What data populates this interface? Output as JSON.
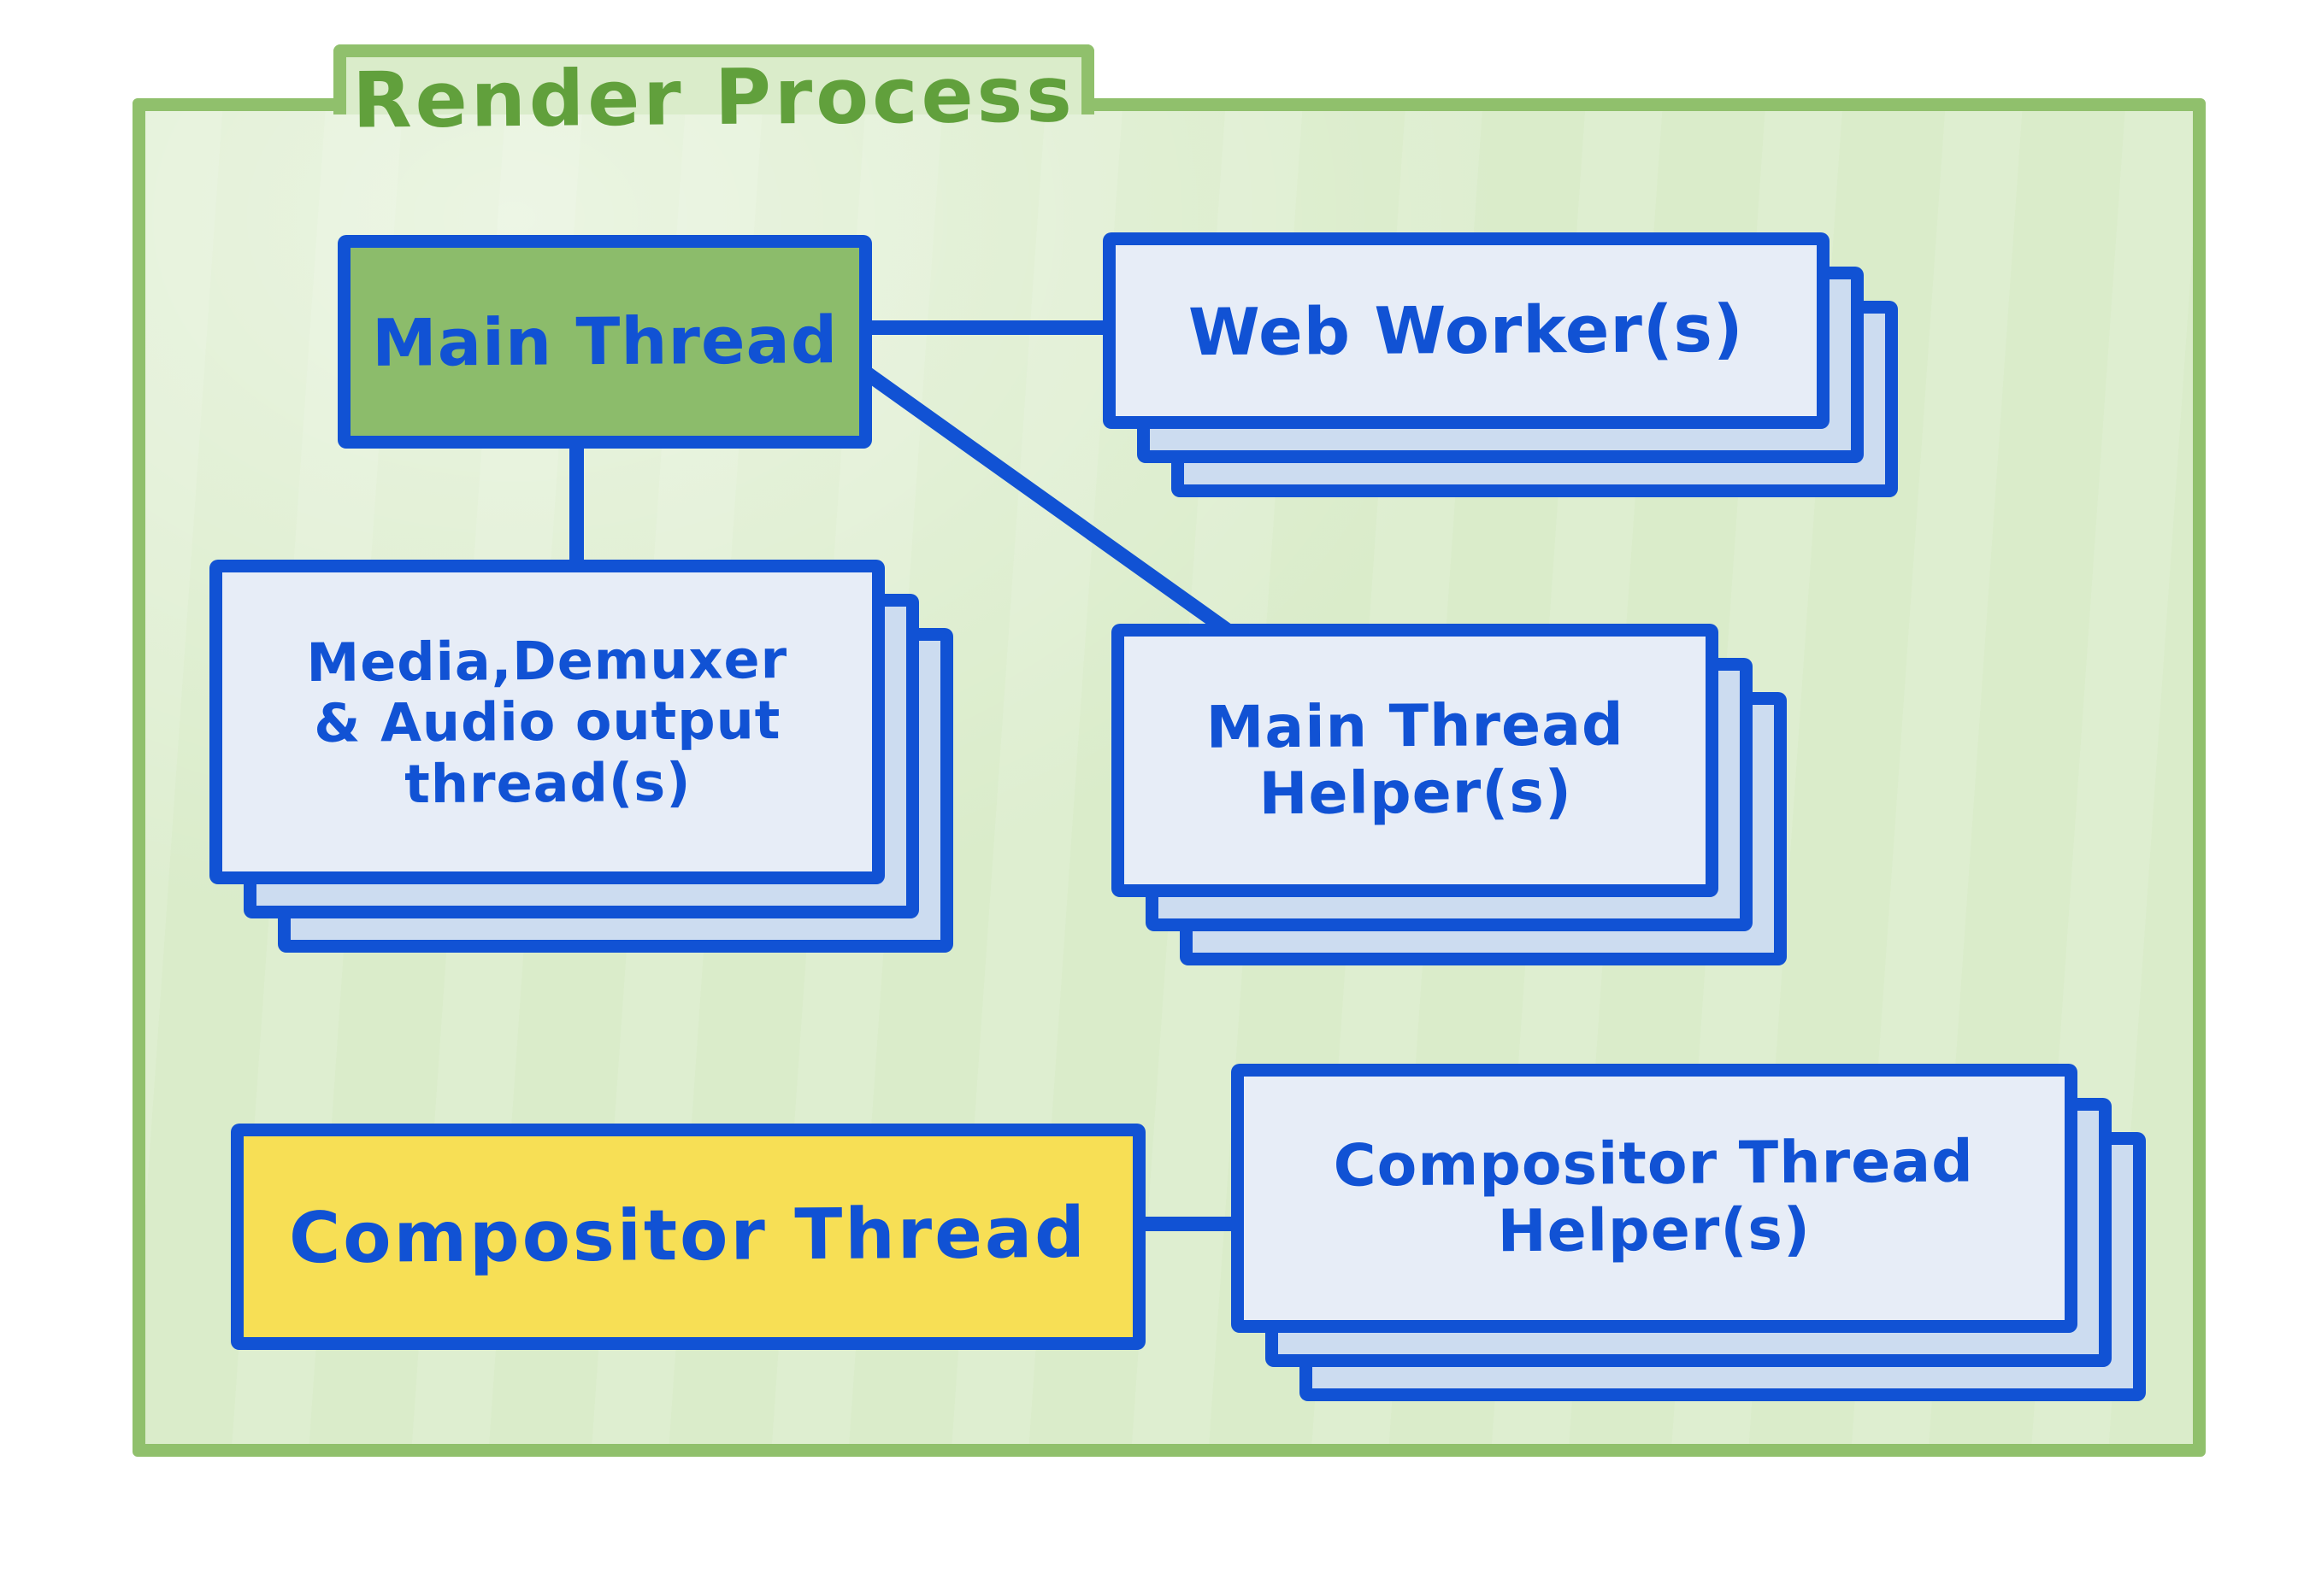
{
  "colors": {
    "page_bg": "#ffffff",
    "folder_border": "#90c06c",
    "folder_fill": "#daecca",
    "title_green": "#61a03c",
    "ink_blue": "#1152d4",
    "box_fill_front": "#e7edf7",
    "box_fill_back": "#ccdcf0",
    "main_thread_fill": "#8cbc6b",
    "compositor_fill": "#f7df55"
  },
  "diagram": {
    "title": "Render Process",
    "nodes": {
      "main_thread": {
        "label": "Main Thread"
      },
      "web_workers": {
        "label": "Web Worker(s)"
      },
      "media_threads": {
        "label": "Media, Demuxer & Audio output thread(s)",
        "lines": [
          "Media,Demuxer",
          "& Audio output",
          "thread(s)"
        ]
      },
      "main_thread_helpers": {
        "label": "Main Thread Helper(s)",
        "lines": [
          "Main Thread",
          "Helper(s)"
        ]
      },
      "compositor_thread": {
        "label": "Compositor Thread"
      },
      "compositor_thread_helpers": {
        "label": "Compositor Thread Helper(s)",
        "lines": [
          "Compositor Thread",
          "Helper(s)"
        ]
      }
    },
    "edges": [
      {
        "from": "main_thread",
        "to": "web_workers"
      },
      {
        "from": "main_thread",
        "to": "media_threads"
      },
      {
        "from": "main_thread",
        "to": "main_thread_helpers"
      },
      {
        "from": "compositor_thread",
        "to": "compositor_thread_helpers"
      }
    ]
  }
}
